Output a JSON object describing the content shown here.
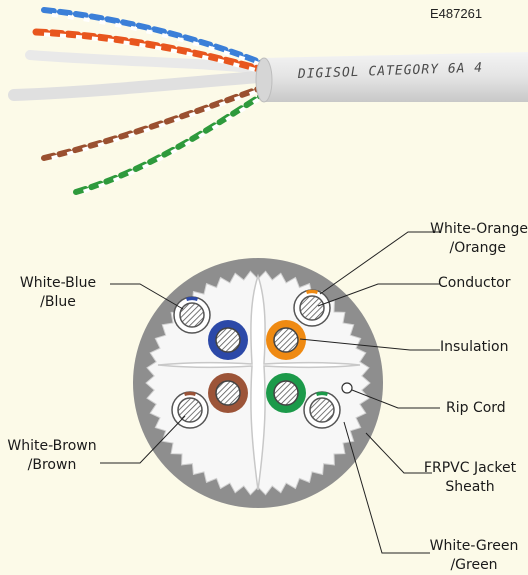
{
  "cable_print": {
    "jacket_text": "DIGISOL CATEGORY 6A 4",
    "top_code": "E487261"
  },
  "labels": {
    "white_orange": [
      "White-Orange",
      "/Orange"
    ],
    "conductor": "Conductor",
    "insulation": "Insulation",
    "rip_cord": "Rip Cord",
    "jacket": [
      "FRPVC Jacket",
      "Sheath"
    ],
    "white_green": [
      "White-Green",
      "/Green"
    ],
    "white_blue": [
      "White-Blue",
      "/Blue"
    ],
    "white_brown": [
      "White-Brown",
      "/Brown"
    ]
  },
  "colors": {
    "background": "#fcfae8",
    "jacket": "#8e8e8e",
    "inner": "#f6f6f6",
    "blue": "#2c49a8",
    "orange": "#ef8a12",
    "brown": "#9c5438",
    "green": "#1c9a4a"
  }
}
